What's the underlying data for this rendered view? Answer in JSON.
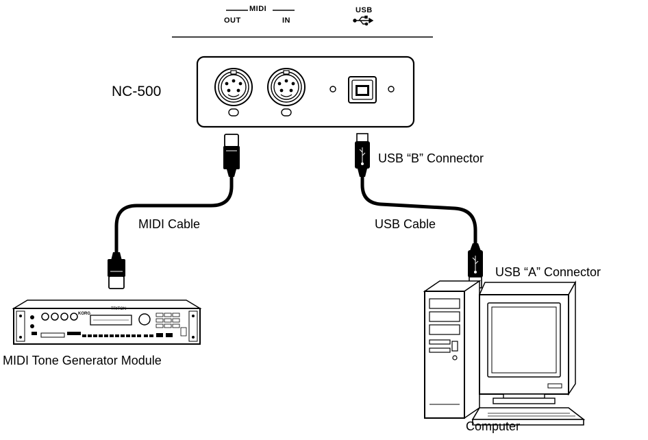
{
  "panel_labels": {
    "midi": "MIDI",
    "out": "OUT",
    "in": "IN",
    "usb": "USB"
  },
  "device": {
    "name": "NC-500"
  },
  "connectors": {
    "usb_b": "USB “B” Connector",
    "usb_a": "USB “A” Connector"
  },
  "cables": {
    "midi": "MIDI Cable",
    "usb": "USB Cable"
  },
  "endpoints": {
    "module": "MIDI Tone Generator Module",
    "computer": "Computer",
    "module_brand": "KORG",
    "module_model": "TRITON"
  },
  "icons": [
    "usb-trident-icon",
    "midi-din-port-icon",
    "usb-b-port-icon",
    "midi-plug-icon",
    "usb-plug-icon",
    "tone-module-icon",
    "computer-icon"
  ]
}
